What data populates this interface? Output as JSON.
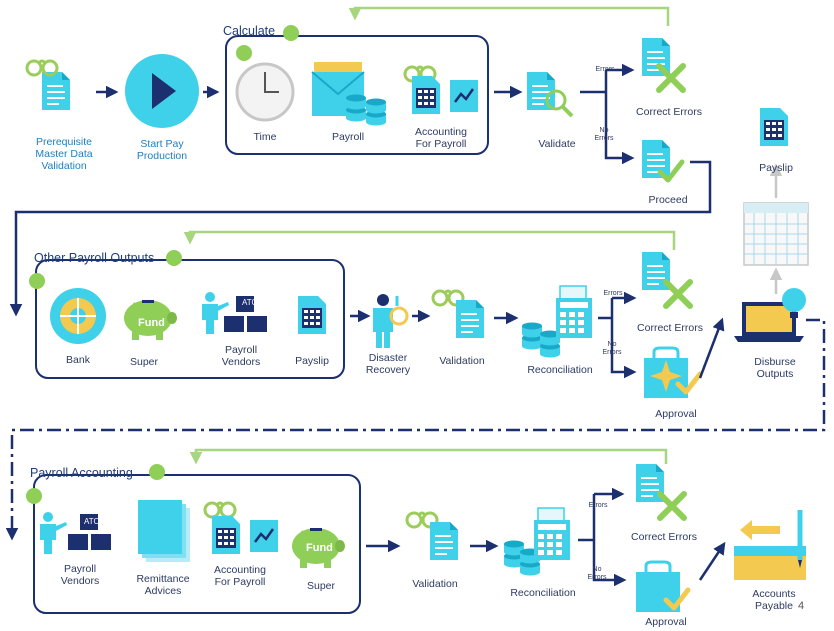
{
  "colors": {
    "navy": "#1c2f6e",
    "cyan": "#3fd0ea",
    "cyan_dark": "#18a8c8",
    "green": "#8fce57",
    "green_line": "#a7d67e",
    "gold": "#f3c94f",
    "gray": "#c7c7c7"
  },
  "row1": {
    "prereq": "Prerequisite\nMaster Data\nValidation",
    "start": "Start Pay\nProduction",
    "calc_title": "Calculate",
    "time": "Time",
    "payroll": "Payroll",
    "accounting": "Accounting\nFor Payroll",
    "validate": "Validate",
    "errors": "Errors",
    "no_errors": "No\nErrors",
    "correct": "Correct Errors",
    "proceed": "Proceed",
    "payslip": "Payslip"
  },
  "row2": {
    "title": "Other Payroll Outputs",
    "bank": "Bank",
    "super": "Super",
    "fund": "Fund",
    "ato": "ATO",
    "vendors": "Payroll\nVendors",
    "payslip": "Payslip",
    "disaster": "Disaster\nRecovery",
    "validation": "Validation",
    "reconciliation": "Reconciliation",
    "errors": "Errors",
    "no_errors": "No\nErrors",
    "correct": "Correct Errors",
    "approval": "Approval",
    "disburse": "Disburse\nOutputs"
  },
  "row3": {
    "title": "Payroll Accounting",
    "ato": "ATO",
    "vendors": "Payroll\nVendors",
    "remittance": "Remittance\nAdvices",
    "accounting": "Accounting\nFor Payroll",
    "fund": "Fund",
    "super": "Super",
    "validation": "Validation",
    "reconciliation": "Reconciliation",
    "errors": "Errors",
    "no_errors": "No\nErrors",
    "correct": "Correct Errors",
    "approval": "Approval",
    "payable": "Accounts\nPayable"
  },
  "page_number": "4"
}
